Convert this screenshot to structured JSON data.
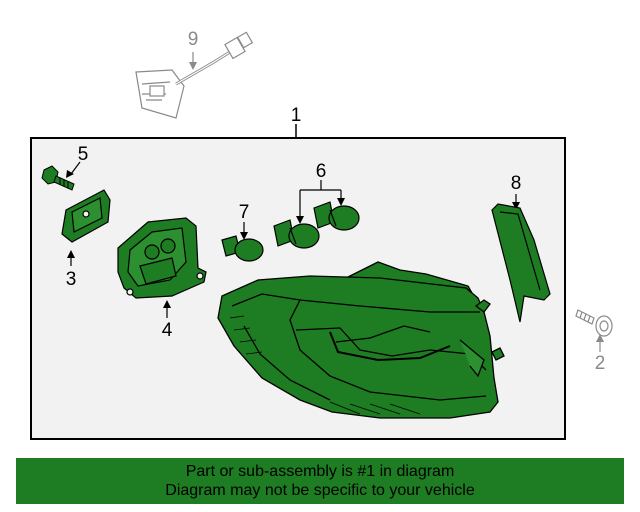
{
  "colors": {
    "part_fill": "#1e7d22",
    "outline": "#000000",
    "box_background": "#f2f2f2",
    "external_part": "#8a8a8a",
    "banner_background": "#1e7d22"
  },
  "callouts": {
    "c1": "1",
    "c2": "2",
    "c3": "3",
    "c4": "4",
    "c5": "5",
    "c6": "6",
    "c7": "7",
    "c8": "8",
    "c9": "9"
  },
  "banner": {
    "line1": "Part or sub-assembly is #1 in diagram",
    "line2": "Diagram may not be specific to your vehicle"
  }
}
